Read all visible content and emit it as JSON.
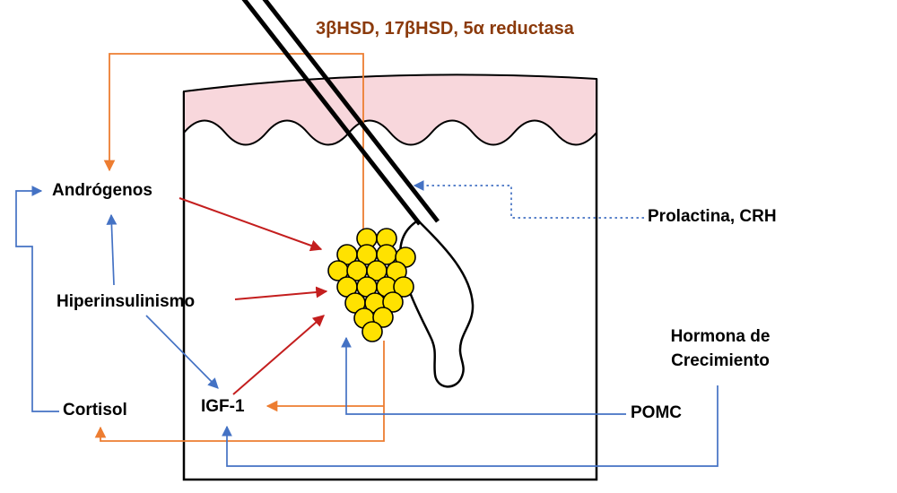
{
  "diagram": {
    "enzymes_label": "3βHSD, 17βHSD, 5α reductasa",
    "labels": {
      "androgenos": "Andrógenos",
      "hiperinsulinismo": "Hiperinsulinismo",
      "cortisol": "Cortisol",
      "igf1": "IGF-1",
      "prolactina_crh": "Prolactina, CRH",
      "hormona_crecimiento": "Hormona de\nCrecimiento",
      "pomc": "POMC"
    },
    "colors": {
      "enzyme_text": "#8B3A0B",
      "orange_connector": "#ED7D31",
      "blue_connector": "#4472C4",
      "red_arrow": "#C41E1E",
      "epidermis_pink": "#F8D7DC",
      "gland_yellow": "#FFE200"
    }
  }
}
